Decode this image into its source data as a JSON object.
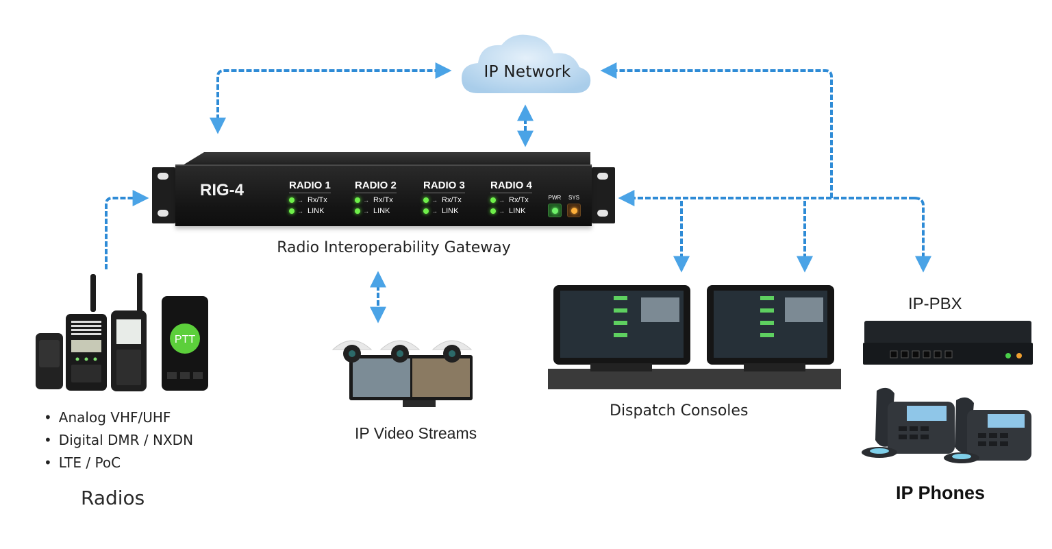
{
  "diagram": {
    "link_color": "#2e8bd6",
    "arrowhead_color": "#4aa3e6",
    "network": {
      "label": "IP Network",
      "icon": "cloud-icon",
      "color": "#bcd9f0"
    },
    "gateway": {
      "model": "RIG-4",
      "caption": "Radio Interoperability Gateway",
      "ports": [
        {
          "name": "RADIO 1",
          "rows": [
            "Rx/Tx",
            "LINK"
          ]
        },
        {
          "name": "RADIO 2",
          "rows": [
            "Rx/Tx",
            "LINK"
          ]
        },
        {
          "name": "RADIO 3",
          "rows": [
            "Rx/Tx",
            "LINK"
          ]
        },
        {
          "name": "RADIO 4",
          "rows": [
            "Rx/Tx",
            "LINK"
          ]
        }
      ],
      "indicators": [
        {
          "label": "PWR",
          "color": "#4cd84a"
        },
        {
          "label": "SYS",
          "color": "#f0a030"
        }
      ],
      "led_color": "#6ff04a"
    },
    "radios": {
      "title": "Radios",
      "types": [
        "Analog VHF/UHF",
        "Digital DMR / NXDN",
        "LTE / PoC"
      ],
      "devices": [
        "handheld-radio-icon",
        "handheld-radio-icon",
        "handheld-radio-icon",
        "smartphone-ptt-icon"
      ],
      "ptt_label": "PTT"
    },
    "video": {
      "title": "IP Video Streams",
      "devices": [
        "dome-camera-icon",
        "dome-camera-icon",
        "dome-camera-icon",
        "monitor-icon"
      ]
    },
    "dispatch": {
      "title": "Dispatch Consoles",
      "devices": [
        "console-monitor-icon",
        "console-monitor-icon"
      ]
    },
    "pbx": {
      "title": "IP-PBX",
      "icon": "pbx-server-icon"
    },
    "phones": {
      "title": "IP Phones",
      "devices": [
        "desk-phone-icon",
        "desk-phone-icon"
      ]
    }
  }
}
